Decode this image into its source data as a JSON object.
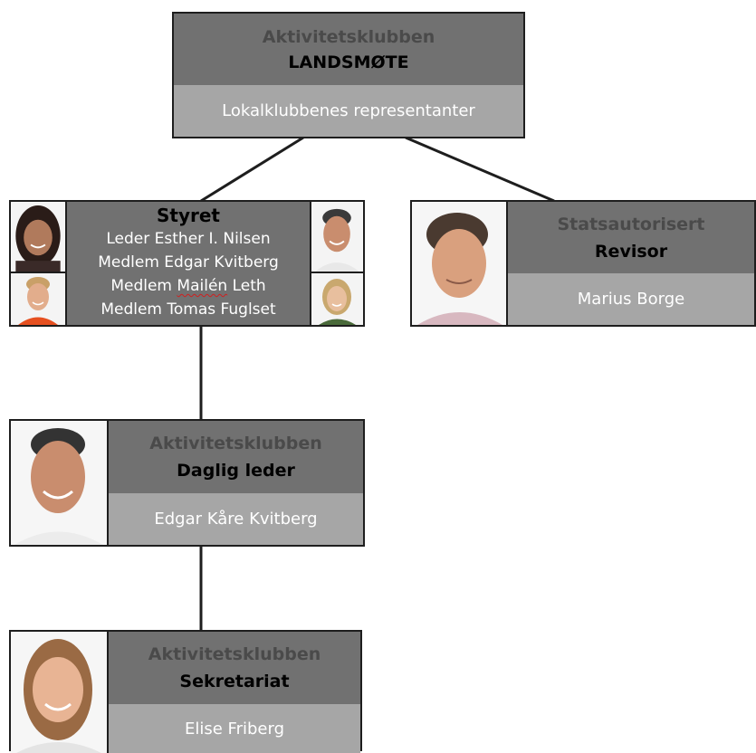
{
  "landsmote": {
    "org": "Aktivitetsklubben",
    "title": "LANDSMØTE",
    "subtitle": "Lokalklubbenes representanter"
  },
  "styret": {
    "title": "Styret",
    "members": [
      {
        "role": "Leder",
        "name": "Esther I. Nilsen"
      },
      {
        "role": "Medlem",
        "name": "Edgar Kvitberg"
      },
      {
        "role": "Medlem",
        "name_flagged": "Mailén",
        "name_rest": "Leth"
      },
      {
        "role": "Medlem",
        "name": "Tomas Fuglset"
      }
    ]
  },
  "revisor": {
    "org": "Statsautorisert",
    "title": "Revisor",
    "name": "Marius Borge"
  },
  "daglig_leder": {
    "org": "Aktivitetsklubben",
    "title": "Daglig leder",
    "name": "Edgar Kåre Kvitberg"
  },
  "sekretariat": {
    "org": "Aktivitetsklubben",
    "title": "Sekretariat",
    "name": "Elise Friberg"
  },
  "colors": {
    "dark_fill": "#717171",
    "light_fill": "#a6a6a6",
    "border": "#1e1e1e",
    "org_text": "#4a4a4a"
  }
}
